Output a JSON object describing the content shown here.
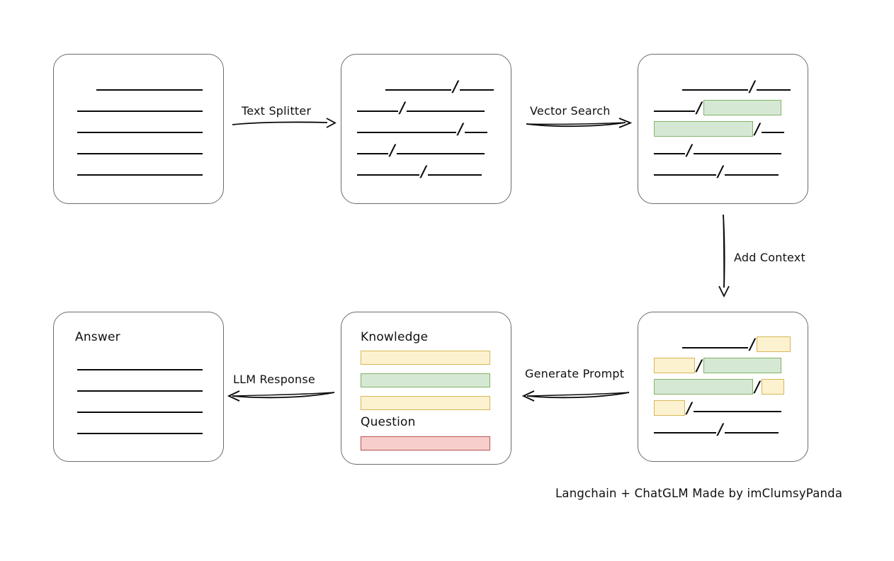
{
  "diagram": {
    "caption": "Langchain + ChatGLM Made by imClumsyPanda",
    "colors": {
      "green_fill": "#d5e8d4",
      "green_stroke": "#82b366",
      "yellow_fill": "#fdf2cf",
      "yellow_stroke": "#d6b656",
      "red_fill": "#f8cecc",
      "red_stroke": "#b85450",
      "line": "#0a0a0a",
      "card_border": "#6b6b6b"
    },
    "nodes": [
      {
        "id": "source-document",
        "title": "",
        "rows": [
          {
            "segments": [
              {
                "type": "line",
                "w": 150
              }
            ],
            "indent": 60
          },
          {
            "segments": [
              {
                "type": "line",
                "w": 177
              }
            ],
            "indent": 33
          },
          {
            "segments": [
              {
                "type": "line",
                "w": 177
              }
            ],
            "indent": 33
          },
          {
            "segments": [
              {
                "type": "line",
                "w": 177
              }
            ],
            "indent": 33
          },
          {
            "segments": [
              {
                "type": "line",
                "w": 177
              }
            ],
            "indent": 33
          }
        ]
      },
      {
        "id": "split-chunks",
        "title": "",
        "rows": [
          {
            "segments": [
              {
                "type": "line",
                "w": 93
              },
              {
                "type": "slash"
              },
              {
                "type": "line",
                "w": 48
              }
            ],
            "indent": 62
          },
          {
            "segments": [
              {
                "type": "line",
                "w": 58
              },
              {
                "type": "slash"
              },
              {
                "type": "line",
                "w": 110
              }
            ],
            "indent": 22
          },
          {
            "segments": [
              {
                "type": "line",
                "w": 140
              },
              {
                "type": "slash"
              },
              {
                "type": "line",
                "w": 32
              }
            ],
            "indent": 22
          },
          {
            "segments": [
              {
                "type": "line",
                "w": 44
              },
              {
                "type": "slash"
              },
              {
                "type": "line",
                "w": 124
              }
            ],
            "indent": 22
          },
          {
            "segments": [
              {
                "type": "line",
                "w": 88
              },
              {
                "type": "slash"
              },
              {
                "type": "line",
                "w": 76
              }
            ],
            "indent": 22
          }
        ]
      },
      {
        "id": "vector-matched-chunks",
        "title": "",
        "rows": [
          {
            "segments": [
              {
                "type": "line",
                "w": 93
              },
              {
                "type": "slash"
              },
              {
                "type": "line",
                "w": 48
              }
            ],
            "indent": 62
          },
          {
            "segments": [
              {
                "type": "line",
                "w": 58
              },
              {
                "type": "slash"
              },
              {
                "type": "chip",
                "color": "green",
                "w": 110
              }
            ],
            "indent": 22
          },
          {
            "segments": [
              {
                "type": "chip",
                "color": "green",
                "w": 140
              },
              {
                "type": "slash"
              },
              {
                "type": "line",
                "w": 32
              }
            ],
            "indent": 22
          },
          {
            "segments": [
              {
                "type": "line",
                "w": 44
              },
              {
                "type": "slash"
              },
              {
                "type": "line",
                "w": 124
              }
            ],
            "indent": 22
          },
          {
            "segments": [
              {
                "type": "line",
                "w": 88
              },
              {
                "type": "slash"
              },
              {
                "type": "line",
                "w": 76
              }
            ],
            "indent": 22
          }
        ]
      },
      {
        "id": "context-chunks",
        "title": "",
        "rows": [
          {
            "segments": [
              {
                "type": "line",
                "w": 93
              },
              {
                "type": "slash"
              },
              {
                "type": "chip",
                "color": "yellow",
                "w": 48
              }
            ],
            "indent": 62
          },
          {
            "segments": [
              {
                "type": "chip",
                "color": "yellow",
                "w": 58
              },
              {
                "type": "slash"
              },
              {
                "type": "chip",
                "color": "green",
                "w": 110
              }
            ],
            "indent": 22
          },
          {
            "segments": [
              {
                "type": "chip",
                "color": "green",
                "w": 140
              },
              {
                "type": "slash"
              },
              {
                "type": "chip",
                "color": "yellow",
                "w": 32
              }
            ],
            "indent": 22
          },
          {
            "segments": [
              {
                "type": "chip",
                "color": "yellow",
                "w": 44
              },
              {
                "type": "slash"
              },
              {
                "type": "line",
                "w": 124
              }
            ],
            "indent": 22
          },
          {
            "segments": [
              {
                "type": "line",
                "w": 88
              },
              {
                "type": "slash"
              },
              {
                "type": "line",
                "w": 76
              }
            ],
            "indent": 22
          }
        ]
      }
    ],
    "prompt_node": {
      "id": "prompt",
      "knowledge_label": "Knowledge",
      "question_label": "Question",
      "knowledge_bars": [
        "yellow",
        "green",
        "yellow"
      ],
      "question_bars": [
        "red"
      ]
    },
    "answer_node": {
      "id": "answer",
      "title": "Answer",
      "line_count": 4
    },
    "edges": [
      {
        "id": "text-splitter",
        "label": "Text Splitter",
        "direction": "right"
      },
      {
        "id": "vector-search",
        "label": "Vector Search",
        "direction": "right"
      },
      {
        "id": "add-context",
        "label": "Add Context",
        "direction": "down"
      },
      {
        "id": "generate-prompt",
        "label": "Generate Prompt",
        "direction": "left"
      },
      {
        "id": "llm-response",
        "label": "LLM Response",
        "direction": "left"
      }
    ]
  }
}
